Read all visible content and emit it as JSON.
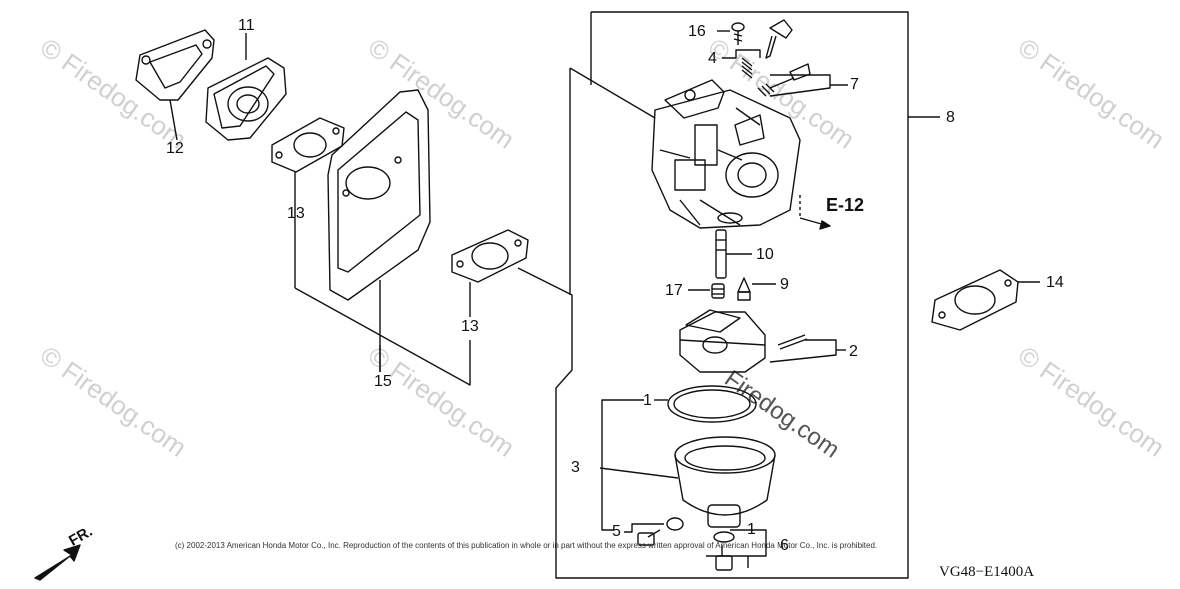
{
  "watermark": "© Firedog.com",
  "watermark_center": "Firedog.com",
  "copyright": "(c) 2002-2013 American Honda Motor Co., Inc. Reproduction of the contents of this publication in whole or in part without the express written approval of American Honda Motor Co., Inc. is prohibited.",
  "diagram_code": "VG48−E1400A",
  "ref_label": "E-12",
  "direction_label": "FR.",
  "callouts": {
    "c1a": "1",
    "c1b": "1",
    "c2": "2",
    "c3": "3",
    "c4": "4",
    "c5": "5",
    "c6": "6",
    "c7": "7",
    "c8": "8",
    "c9": "9",
    "c10": "10",
    "c11": "11",
    "c12": "12",
    "c13a": "13",
    "c13b": "13",
    "c14": "14",
    "c15": "15",
    "c16": "16",
    "c17": "17"
  }
}
